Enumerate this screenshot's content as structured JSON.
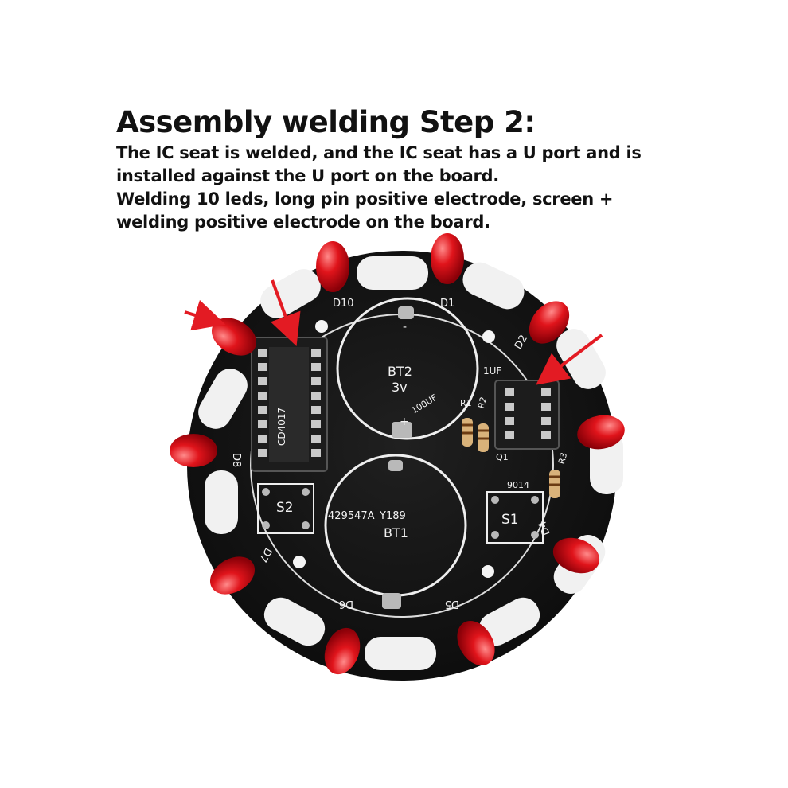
{
  "heading": "Assembly welding Step 2:",
  "paragraph_1": "The IC seat is welded, and the IC seat has a U port and is installed against the U port on the board.",
  "paragraph_2": "Welding 10 leds, long pin positive electrode, screen + welding positive electrode on the board.",
  "board": {
    "led_labels": [
      "D1",
      "D2",
      "D4",
      "D5",
      "D6",
      "D7",
      "D8",
      "D10"
    ],
    "bt2_label": "BT2",
    "bt2_voltage": "3v",
    "bt1_label": "BT1",
    "bt1_code": "429547A_Y189",
    "cap_100uf": "100UF",
    "cap_1uf": "1UF",
    "r1": "R1",
    "r2": "R2",
    "r3": "R3",
    "q1": "Q1",
    "transistor": "9014",
    "switch_1": "S1",
    "switch_2": "S2",
    "ic_marking": "CD4017",
    "plus_sign": "+",
    "minus_sign": "-"
  },
  "colors": {
    "pcb": "#151515",
    "led": "#e0141b",
    "arrow": "#e31b23",
    "silkscreen": "#f2f2f2",
    "pad": "#b9b9b9"
  }
}
